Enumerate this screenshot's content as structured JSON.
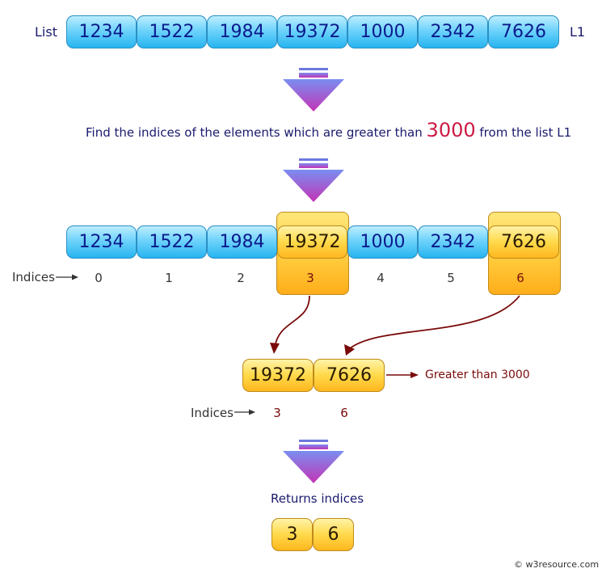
{
  "list_label": "List",
  "list_name": "L1",
  "list_values": [
    "1234",
    "1522",
    "1984",
    "19372",
    "1000",
    "2342",
    "7626"
  ],
  "instruction": {
    "before": "Find the indices of the elements which are greater than",
    "threshold": "3000",
    "after": "from the list",
    "list_name": "L1"
  },
  "indices_label": "Indices",
  "indices": [
    "0",
    "1",
    "2",
    "3",
    "4",
    "5",
    "6"
  ],
  "filtered_values": [
    "19372",
    "7626"
  ],
  "filtered_note": "Greater than 3000",
  "filtered_indices": [
    "3",
    "6"
  ],
  "returns_label": "Returns indices",
  "result": [
    "3",
    "6"
  ],
  "watermark": "© w3resource.com",
  "colors": {
    "cell_blue": "#4fc6f6",
    "cell_gold": "#ffcf3a",
    "arrow_top": "#7a7ee8",
    "arrow_bottom": "#c33ab8",
    "dark_red": "#7a0a0a",
    "threshold_red": "#cc1a44",
    "text_navy": "#1a1a6e"
  }
}
